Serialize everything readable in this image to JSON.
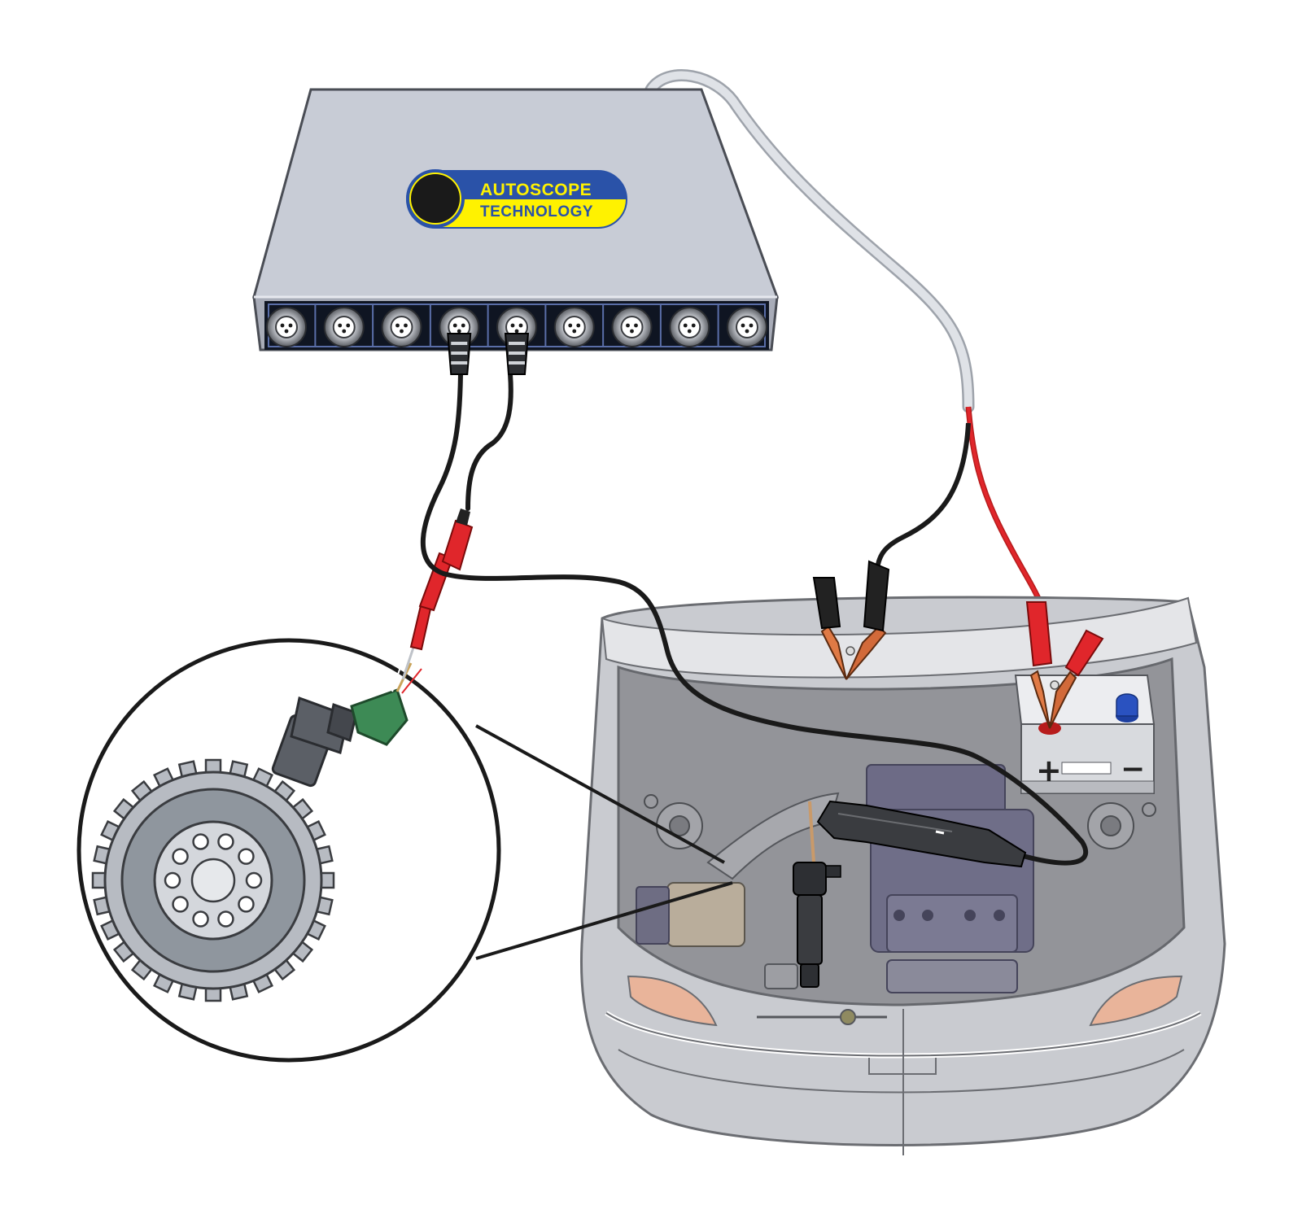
{
  "device": {
    "brand_line1": "AUTOSCOPE",
    "brand_line2": "TECHNOLOGY",
    "port_count": 9,
    "connected_ports": [
      4,
      5
    ]
  },
  "battery": {
    "plus_label": "+",
    "minus_label": "−"
  },
  "colors": {
    "brand_blue": "#2a52a8",
    "brand_yellow": "#fff200",
    "lead_red": "#e0262b",
    "lead_black": "#1a1a1a",
    "usb_cable": "#cfd3da",
    "sensor_green": "#3d8a55",
    "device_body": "#c8ccd6",
    "battery_cap": "#1d3fa0"
  },
  "icons": [
    "tone-wheel-icon",
    "crankshaft-sensor-icon",
    "ignition-coil-icon",
    "alligator-clip-icon",
    "probe-icon"
  ]
}
